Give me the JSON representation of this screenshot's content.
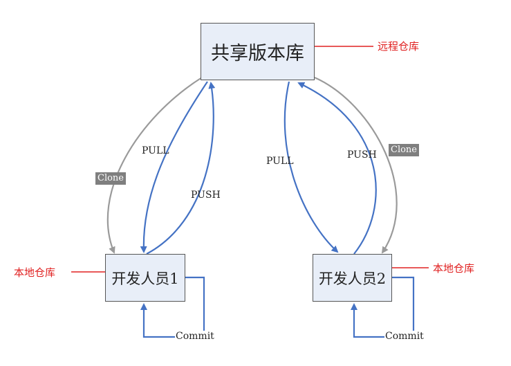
{
  "nodes": {
    "remote": "共享版本库",
    "dev1": "开发人员1",
    "dev2": "开发人员2"
  },
  "annotations": {
    "remote": "远程仓库",
    "local_left": "本地仓库",
    "local_right": "本地仓库"
  },
  "edges": {
    "pull_left": "PULL",
    "push_left": "PUSH",
    "pull_right": "PULL",
    "push_right": "PUSH",
    "clone_left": "Clone",
    "clone_right": "Clone",
    "commit_left": "Commit",
    "commit_right": "Commit"
  },
  "colors": {
    "blue_arrow": "#4472c4",
    "gray_arrow": "#9a9a9a",
    "red_line": "#e02020",
    "box_fill": "#e8eef8"
  }
}
